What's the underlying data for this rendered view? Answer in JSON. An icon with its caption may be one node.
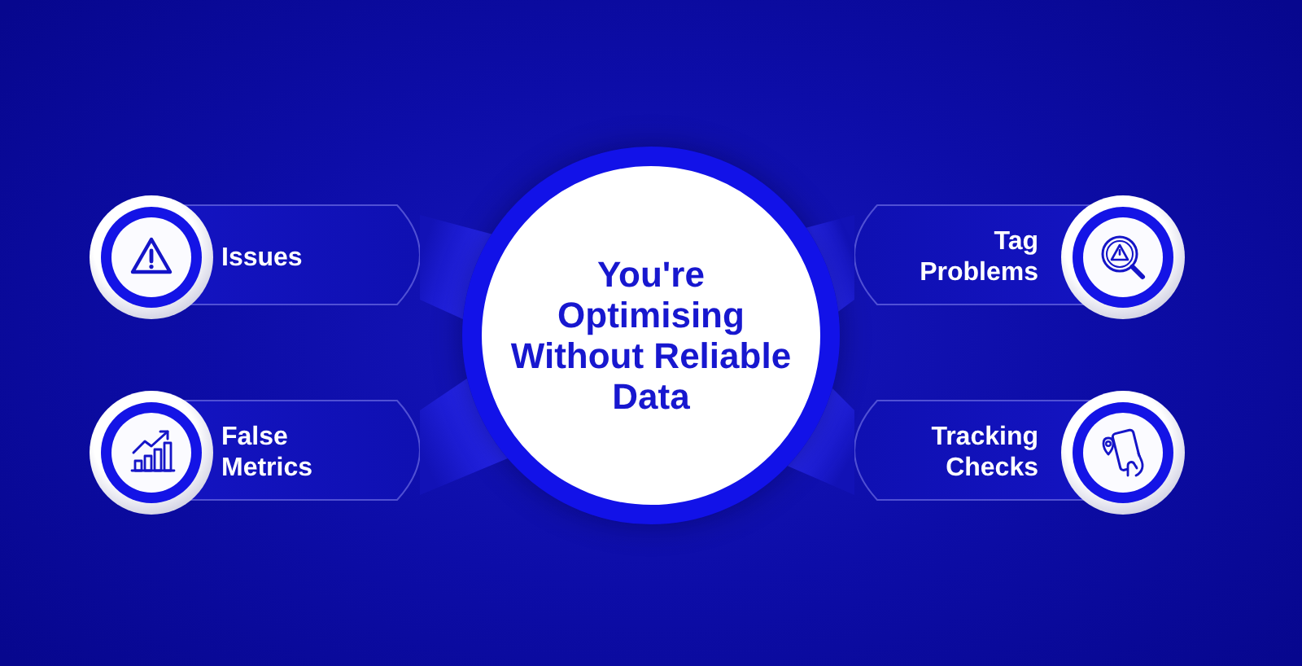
{
  "diagram": {
    "nodes": [
      {
        "text": [
          "You're Optimising Without Reliable Data"
        ]
      },
      {
        "text": [
          "Issues"
        ]
      },
      {
        "text": [
          "Tag Problems"
        ]
      },
      {
        "text": [
          "False Metrics"
        ]
      },
      {
        "text": [
          "Tracking Checks"
        ]
      }
    ],
    "edges": [
      {
        "from": 0,
        "to": 1,
        "arrow": "none",
        "style": "thick"
      },
      {
        "from": 0,
        "to": 2,
        "arrow": "none",
        "style": "thick"
      },
      {
        "from": 0,
        "to": 3,
        "arrow": "none",
        "style": "thick"
      },
      {
        "from": 0,
        "to": 4,
        "arrow": "none",
        "style": "thick"
      }
    ]
  }
}
